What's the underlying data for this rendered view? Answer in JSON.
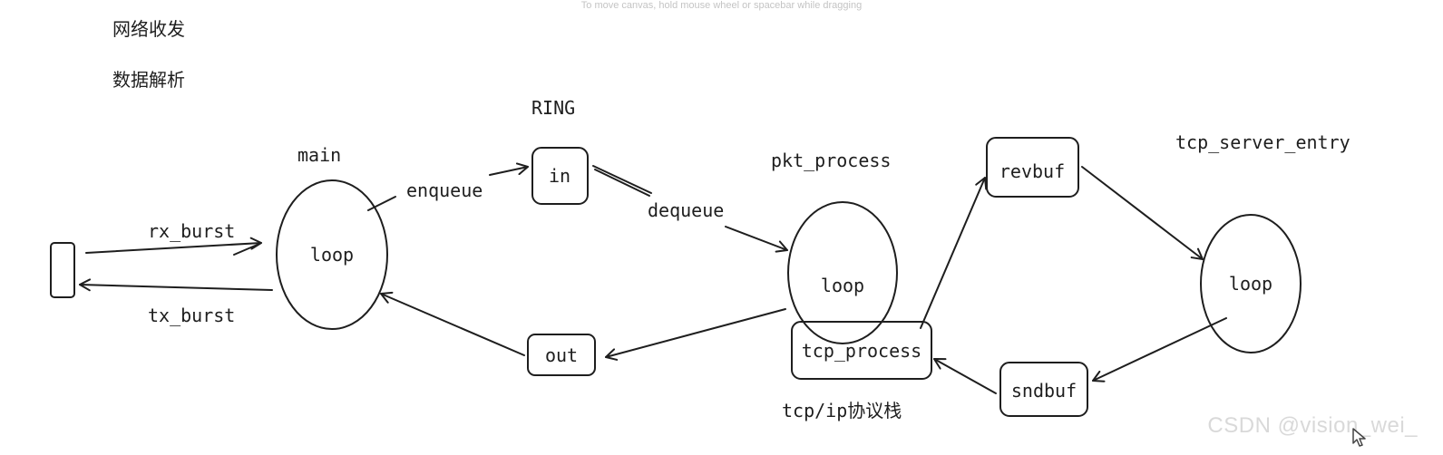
{
  "hint": "To move canvas, hold mouse wheel or spacebar while dragging",
  "notes": [
    "网络收发",
    "数据解析"
  ],
  "labels": {
    "ring": "RING",
    "main": "main",
    "pkt_process": "pkt_process",
    "tcp_server_entry": "tcp_server_entry",
    "stack": "tcp/ip协议栈"
  },
  "nodes": {
    "main_loop": "loop",
    "pkt_loop": "loop",
    "server_loop": "loop",
    "in": "in",
    "out": "out",
    "revbuf": "revbuf",
    "sndbuf": "sndbuf",
    "tcp_process": "tcp_process"
  },
  "edges": {
    "rx": "rx_burst",
    "tx": "tx_burst",
    "enqueue": "enqueue",
    "dequeue": "dequeue"
  },
  "watermark": "CSDN @vision_wei_"
}
